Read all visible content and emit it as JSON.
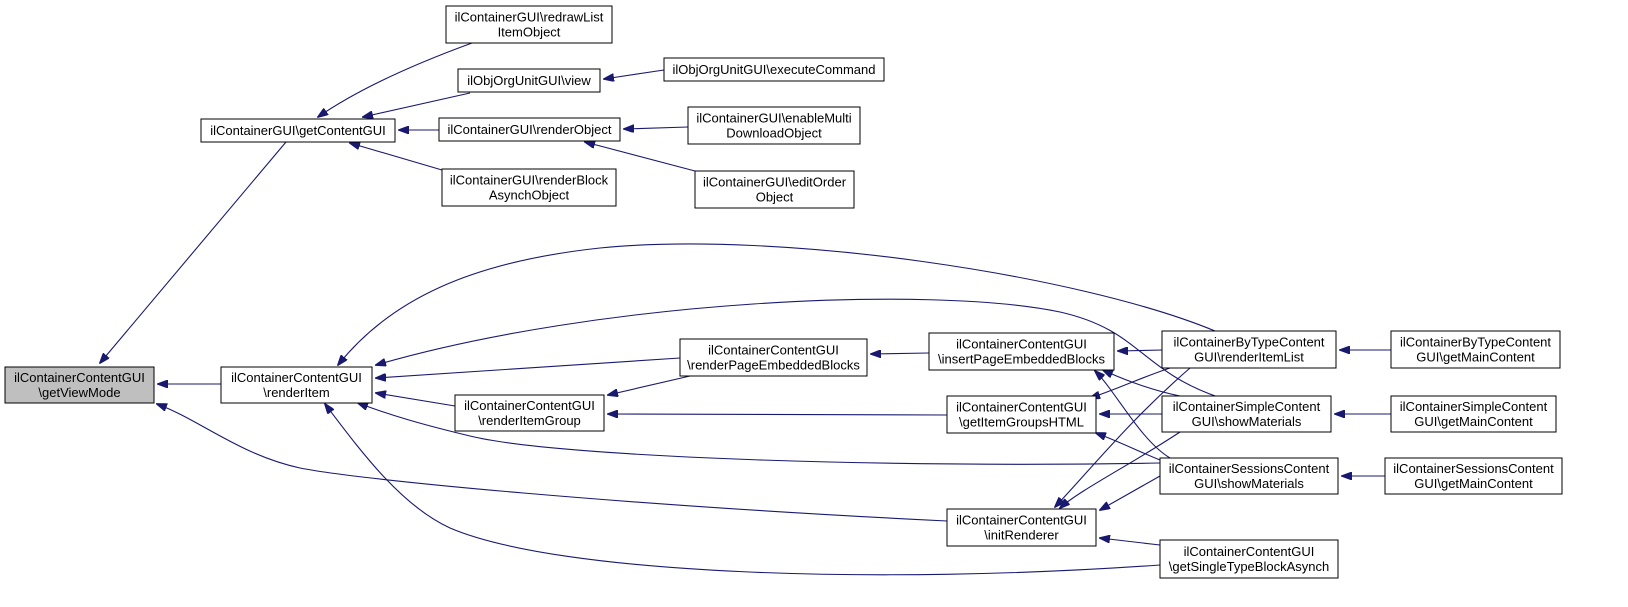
{
  "colors": {
    "edge": "#191970",
    "node_border": "#000000",
    "node_fill": "#ffffff",
    "root_fill": "#bfbfbf",
    "background": "#ffffff"
  },
  "nodes": [
    {
      "id": "getViewMode",
      "root": true,
      "lines": [
        "ilContainerContentGUI",
        "\\getViewMode"
      ]
    },
    {
      "id": "getContentGUI",
      "lines": [
        "ilContainerGUI\\getContentGUI"
      ]
    },
    {
      "id": "renderItem",
      "lines": [
        "ilContainerContentGUI",
        "\\renderItem"
      ]
    },
    {
      "id": "redrawListItemObject",
      "lines": [
        "ilContainerGUI\\redrawList",
        "ItemObject"
      ]
    },
    {
      "id": "orgUnitView",
      "lines": [
        "ilObjOrgUnitGUI\\view"
      ]
    },
    {
      "id": "renderObject",
      "lines": [
        "ilContainerGUI\\renderObject"
      ]
    },
    {
      "id": "renderBlockAsynchObject",
      "lines": [
        "ilContainerGUI\\renderBlock",
        "AsynchObject"
      ]
    },
    {
      "id": "executeCommand",
      "lines": [
        "ilObjOrgUnitGUI\\executeCommand"
      ]
    },
    {
      "id": "enableMultiDownloadObject",
      "lines": [
        "ilContainerGUI\\enableMulti",
        "DownloadObject"
      ]
    },
    {
      "id": "editOrderObject",
      "lines": [
        "ilContainerGUI\\editOrder",
        "Object"
      ]
    },
    {
      "id": "renderPageEmbeddedBlocks",
      "lines": [
        "ilContainerContentGUI",
        "\\renderPageEmbeddedBlocks"
      ]
    },
    {
      "id": "renderItemGroup",
      "lines": [
        "ilContainerContentGUI",
        "\\renderItemGroup"
      ]
    },
    {
      "id": "insertPageEmbeddedBlocks",
      "lines": [
        "ilContainerContentGUI",
        "\\insertPageEmbeddedBlocks"
      ]
    },
    {
      "id": "getItemGroupsHTML",
      "lines": [
        "ilContainerContentGUI",
        "\\getItemGroupsHTML"
      ]
    },
    {
      "id": "initRenderer",
      "lines": [
        "ilContainerContentGUI",
        "\\initRenderer"
      ]
    },
    {
      "id": "byTypeRenderItemList",
      "lines": [
        "ilContainerByTypeContent",
        "GUI\\renderItemList"
      ]
    },
    {
      "id": "simpleShowMaterials",
      "lines": [
        "ilContainerSimpleContent",
        "GUI\\showMaterials"
      ]
    },
    {
      "id": "sessionsShowMaterials",
      "lines": [
        "ilContainerSessionsContent",
        "GUI\\showMaterials"
      ]
    },
    {
      "id": "getSingleTypeBlockAsynch",
      "lines": [
        "ilContainerContentGUI",
        "\\getSingleTypeBlockAsynch"
      ]
    },
    {
      "id": "byTypeGetMainContent",
      "lines": [
        "ilContainerByTypeContent",
        "GUI\\getMainContent"
      ]
    },
    {
      "id": "simpleGetMainContent",
      "lines": [
        "ilContainerSimpleContent",
        "GUI\\getMainContent"
      ]
    },
    {
      "id": "sessionsGetMainContent",
      "lines": [
        "ilContainerSessionsContent",
        "GUI\\getMainContent"
      ]
    }
  ],
  "edges": [
    {
      "from": "getContentGUI",
      "to": "getViewMode"
    },
    {
      "from": "renderItem",
      "to": "getViewMode"
    },
    {
      "from": "initRenderer",
      "to": "getViewMode"
    },
    {
      "from": "redrawListItemObject",
      "to": "getContentGUI"
    },
    {
      "from": "orgUnitView",
      "to": "getContentGUI"
    },
    {
      "from": "renderObject",
      "to": "getContentGUI"
    },
    {
      "from": "renderBlockAsynchObject",
      "to": "getContentGUI"
    },
    {
      "from": "executeCommand",
      "to": "orgUnitView"
    },
    {
      "from": "enableMultiDownloadObject",
      "to": "renderObject"
    },
    {
      "from": "editOrderObject",
      "to": "renderObject"
    },
    {
      "from": "renderPageEmbeddedBlocks",
      "to": "renderItem"
    },
    {
      "from": "renderItemGroup",
      "to": "renderItem"
    },
    {
      "from": "byTypeRenderItemList",
      "to": "renderItem"
    },
    {
      "from": "simpleShowMaterials",
      "to": "renderItem"
    },
    {
      "from": "sessionsShowMaterials",
      "to": "renderItem"
    },
    {
      "from": "getSingleTypeBlockAsynch",
      "to": "renderItem"
    },
    {
      "from": "insertPageEmbeddedBlocks",
      "to": "renderPageEmbeddedBlocks"
    },
    {
      "from": "renderPageEmbeddedBlocks",
      "to": "renderItemGroup"
    },
    {
      "from": "getItemGroupsHTML",
      "to": "renderItemGroup"
    },
    {
      "from": "byTypeRenderItemList",
      "to": "insertPageEmbeddedBlocks"
    },
    {
      "from": "simpleShowMaterials",
      "to": "insertPageEmbeddedBlocks"
    },
    {
      "from": "sessionsShowMaterials",
      "to": "insertPageEmbeddedBlocks"
    },
    {
      "from": "byTypeRenderItemList",
      "to": "getItemGroupsHTML"
    },
    {
      "from": "simpleShowMaterials",
      "to": "getItemGroupsHTML"
    },
    {
      "from": "sessionsShowMaterials",
      "to": "getItemGroupsHTML"
    },
    {
      "from": "byTypeRenderItemList",
      "to": "initRenderer"
    },
    {
      "from": "simpleShowMaterials",
      "to": "initRenderer"
    },
    {
      "from": "sessionsShowMaterials",
      "to": "initRenderer"
    },
    {
      "from": "getSingleTypeBlockAsynch",
      "to": "initRenderer"
    },
    {
      "from": "byTypeGetMainContent",
      "to": "byTypeRenderItemList"
    },
    {
      "from": "simpleGetMainContent",
      "to": "simpleShowMaterials"
    },
    {
      "from": "sessionsGetMainContent",
      "to": "sessionsShowMaterials"
    }
  ]
}
